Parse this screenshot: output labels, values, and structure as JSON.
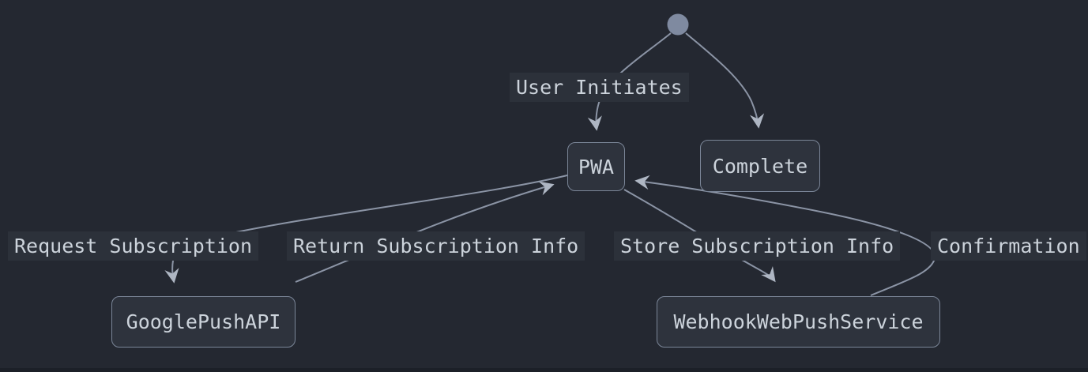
{
  "diagram": {
    "kind": "state-diagram",
    "start_state": {
      "name": "start"
    },
    "nodes": [
      {
        "id": "pwa",
        "label": "PWA"
      },
      {
        "id": "complete",
        "label": "Complete"
      },
      {
        "id": "google_push_api",
        "label": "GooglePushAPI"
      },
      {
        "id": "webhook_web_push_service",
        "label": "WebhookWebPushService"
      }
    ],
    "edges": [
      {
        "from": "start",
        "to": "PWA",
        "label": "User Initiates"
      },
      {
        "from": "start",
        "to": "Complete",
        "label": ""
      },
      {
        "from": "PWA",
        "to": "GooglePushAPI",
        "label": "Request Subscription"
      },
      {
        "from": "GooglePushAPI",
        "to": "PWA",
        "label": "Return Subscription Info"
      },
      {
        "from": "PWA",
        "to": "WebhookWebPushService",
        "label": "Store Subscription Info"
      },
      {
        "from": "WebhookWebPushService",
        "to": "PWA",
        "label": "Confirmation"
      }
    ],
    "colors": {
      "canvas_bg": "#242831",
      "strip_bg": "#1c2028",
      "node_fill": "#2e333d",
      "node_border": "#7b8698",
      "label_bg": "#2c313a",
      "text_color": "#ccd3db",
      "line_color": "#8b94a5",
      "arrow_fill": "#aeb6c3",
      "start_dot": "#7f8aa0"
    }
  }
}
